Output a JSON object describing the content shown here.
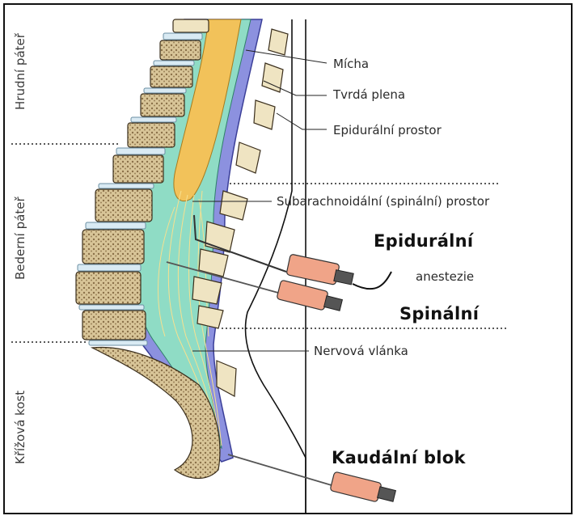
{
  "regions": {
    "thoracic": "Hrudní páteř",
    "lumbar": "Bederní páteř",
    "sacrum": "Křížová kost"
  },
  "labels": {
    "spinal_cord": "Mícha",
    "dura": "Tvrdá plena",
    "epidural_space": "Epidurální prostor",
    "subarachnoid_space": "Subarachnoidální (spinální) prostor",
    "nerve_fibers": "Nervová vlánka"
  },
  "procedures": {
    "epidural": "Epidurální",
    "anesthesia": "anestezie",
    "spinal": "Spinální",
    "caudal": "Kaudální blok"
  },
  "colors": {
    "bone": "#efe4c2",
    "bone_spongy": "#b89e72",
    "disc": "#d9eaf3",
    "dura": "#8c91df",
    "csf": "#8fdcc5",
    "cord": "#f2c25a",
    "syringe": "#f0a488"
  }
}
